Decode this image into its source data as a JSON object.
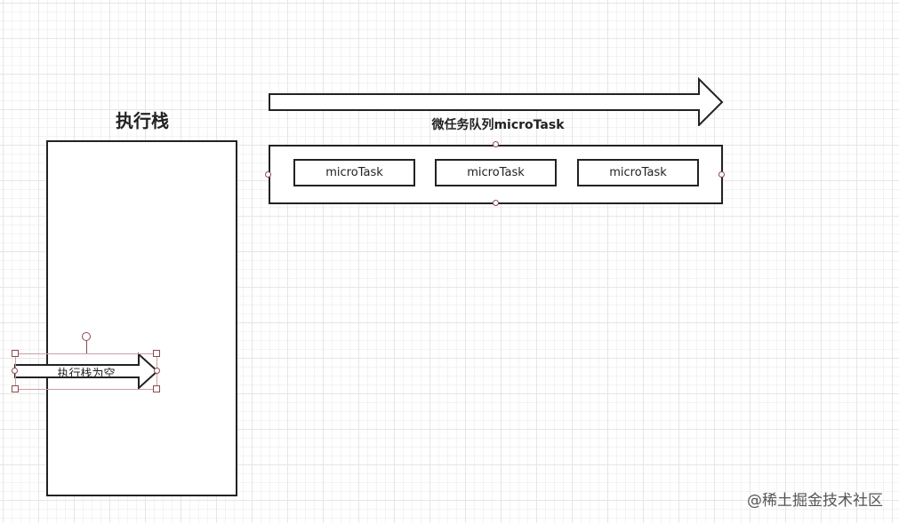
{
  "execution_stack": {
    "title": "执行栈"
  },
  "microtask_queue": {
    "title": "微任务队列microTask",
    "tasks": [
      "microTask",
      "microTask",
      "microTask"
    ]
  },
  "selected_arrow": {
    "label": "执行栈为空"
  },
  "watermark": "@稀土掘金技术社区",
  "colors": {
    "stroke": "#222222",
    "selection_handle": "#8a4a50",
    "grid": "#e6e6e6"
  }
}
